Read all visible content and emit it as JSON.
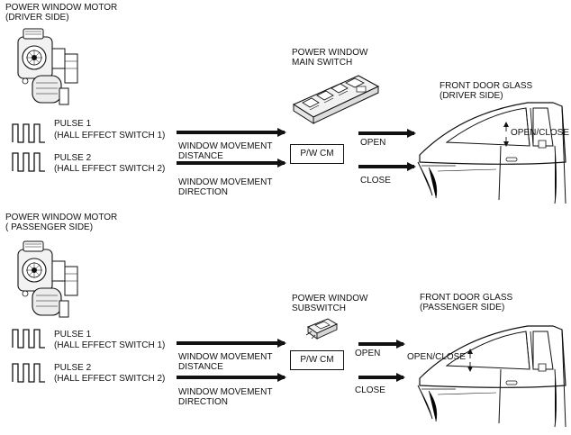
{
  "driver": {
    "motor_title": [
      "POWER WINDOW MOTOR",
      "(DRIVER SIDE)"
    ],
    "pulse1": [
      "PULSE 1",
      "(HALL EFFECT SWITCH 1)"
    ],
    "pulse2": [
      "PULSE 2",
      "(HALL EFFECT SWITCH 2)"
    ],
    "movement_distance": [
      "WINDOW MOVEMENT",
      "DISTANCE"
    ],
    "movement_direction": [
      "WINDOW MOVEMENT",
      "DIRECTION"
    ],
    "switch_title": [
      "POWER WINDOW",
      "MAIN SWITCH"
    ],
    "module": "P/W CM",
    "open": "OPEN",
    "close": "CLOSE",
    "glass_title": [
      "FRONT DOOR GLASS",
      "(DRIVER SIDE)"
    ],
    "glass_motion": "OPEN/CLOSE"
  },
  "passenger": {
    "motor_title": [
      "POWER WINDOW MOTOR",
      "( PASSENGER SIDE)"
    ],
    "pulse1": [
      "PULSE 1",
      "(HALL EFFECT SWITCH 1)"
    ],
    "pulse2": [
      "PULSE 2",
      "(HALL EFFECT SWITCH 2)"
    ],
    "movement_distance": [
      "WINDOW MOVEMENT",
      "DISTANCE"
    ],
    "movement_direction": [
      "WINDOW MOVEMENT",
      "DIRECTION"
    ],
    "switch_title": [
      "POWER WINDOW",
      "SUBSWITCH"
    ],
    "module": "P/W CM",
    "open": "OPEN",
    "close": "CLOSE",
    "glass_title": [
      "FRONT DOOR GLASS",
      "(PASSENGER SIDE)"
    ],
    "glass_motion": "OPEN/CLOSE"
  }
}
